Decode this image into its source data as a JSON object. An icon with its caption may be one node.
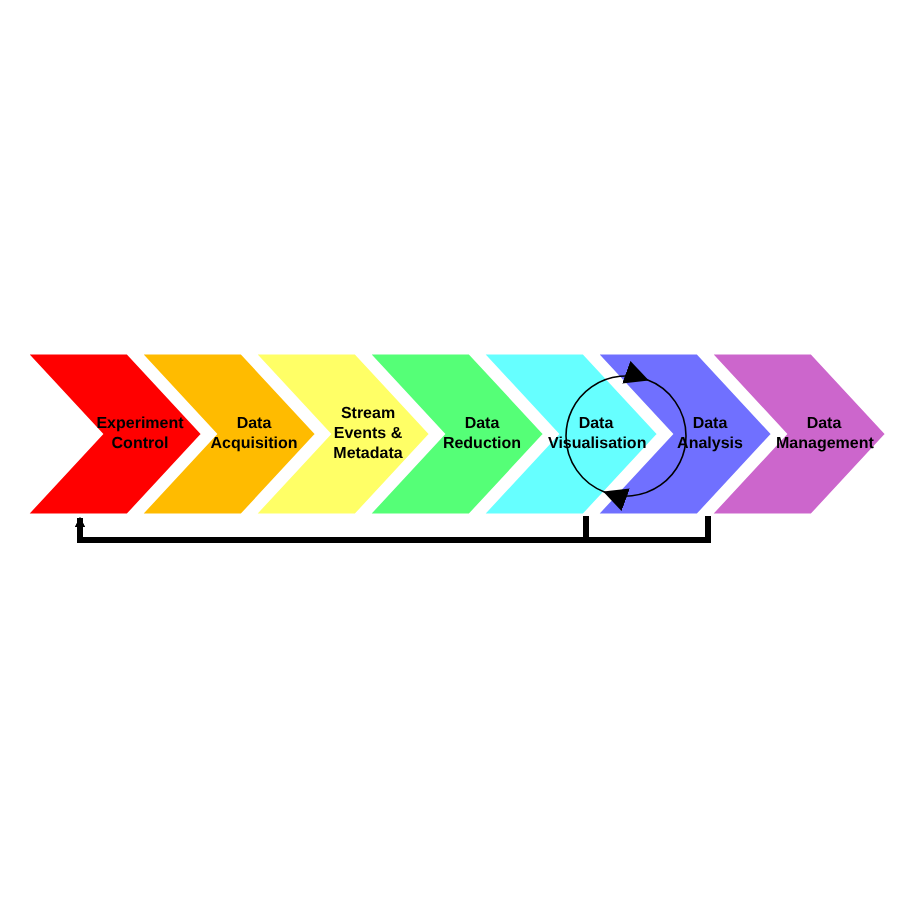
{
  "diagram": {
    "nodes": [
      {
        "text": [
          "Experiment Control"
        ]
      },
      {
        "text": [
          "Data Acquisition"
        ]
      },
      {
        "text": [
          "Stream Events & Metadata"
        ]
      },
      {
        "text": [
          "Data Reduction"
        ]
      },
      {
        "text": [
          "Data Visualisation"
        ]
      },
      {
        "text": [
          "Data Analysis"
        ]
      },
      {
        "text": [
          "Data Management"
        ]
      }
    ],
    "edges": [
      {
        "from": 4,
        "to": 0,
        "arrow": "to",
        "style": "thick"
      },
      {
        "from": 5,
        "to": 0,
        "arrow": "to",
        "style": "thick"
      },
      {
        "from": 4,
        "to": 5,
        "arrow": "to"
      },
      {
        "from": 5,
        "to": 4,
        "arrow": "to"
      }
    ]
  }
}
